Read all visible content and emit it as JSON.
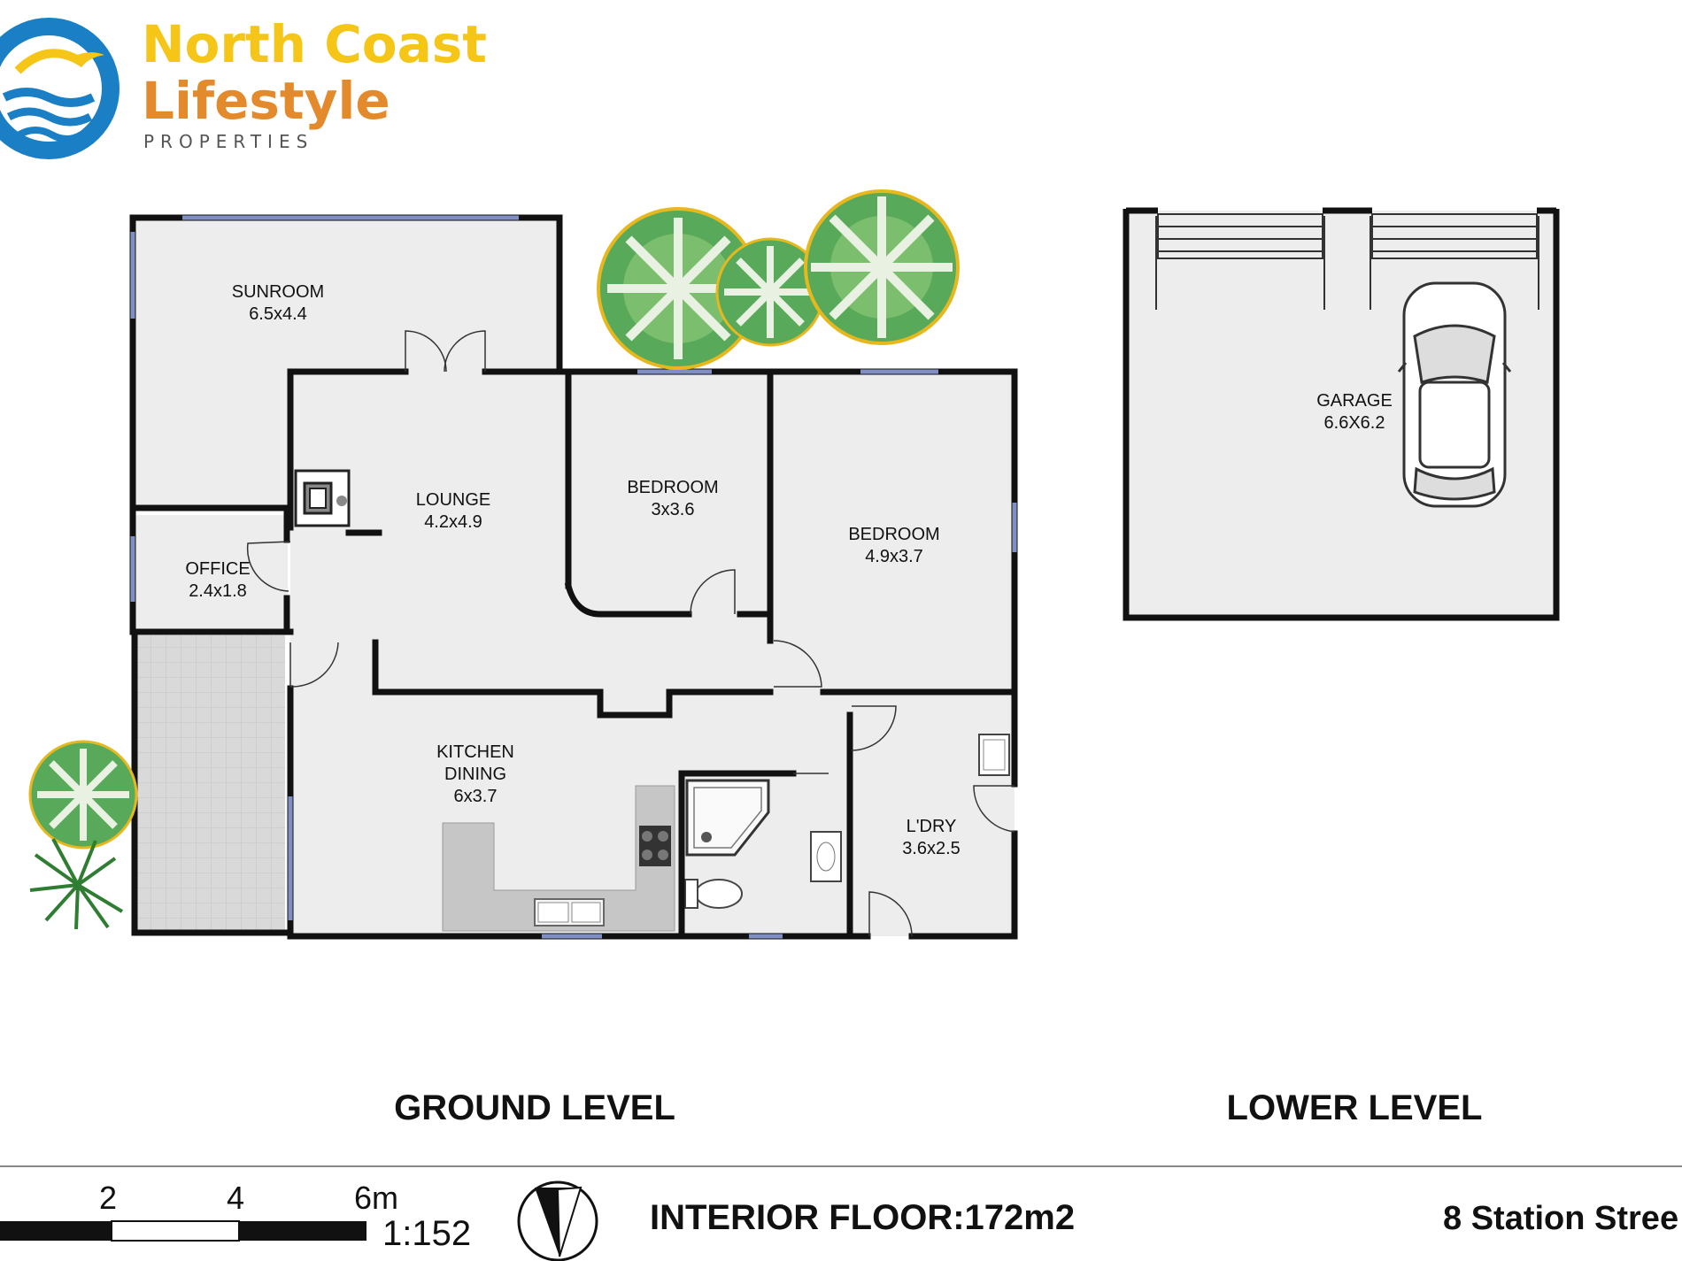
{
  "brand": {
    "line1": "North Coast",
    "line2": "Lifestyle",
    "line3": "PROPERTIES"
  },
  "colors": {
    "wall": "#111111",
    "floor": "#ededed",
    "window": "#7f8fc4",
    "patio": "#d7d7d7",
    "counter": "#c6c6c6",
    "brand_blue": "#1a7fc4",
    "brand_yellow": "#f5c518",
    "brand_orange": "#e38a2c",
    "tree_green": "#58a95a"
  },
  "rooms": [
    {
      "id": "sunroom",
      "name": "SUNROOM",
      "size": "6.5x4.4"
    },
    {
      "id": "lounge",
      "name": "LOUNGE",
      "size": "4.2x4.9"
    },
    {
      "id": "bedroom1",
      "name": "BEDROOM",
      "size": "3x3.6"
    },
    {
      "id": "bedroom2",
      "name": "BEDROOM",
      "size": "4.9x3.7"
    },
    {
      "id": "office",
      "name": "OFFICE",
      "size": "2.4x1.8"
    },
    {
      "id": "kitchen",
      "name": "KITCHEN",
      "name2": "DINING",
      "size": "6x3.7"
    },
    {
      "id": "laundry",
      "name": "L'DRY",
      "size": "3.6x2.5"
    },
    {
      "id": "garage",
      "name": "GARAGE",
      "size": "6.6X6.2"
    }
  ],
  "levels": {
    "ground": "GROUND LEVEL",
    "lower": "LOWER LEVEL"
  },
  "footer": {
    "scale_ticks": [
      "2",
      "4",
      "6m"
    ],
    "scale_ratio": "1:152",
    "interior": "INTERIOR FLOOR:172m2",
    "address": "8 Station Stree"
  }
}
